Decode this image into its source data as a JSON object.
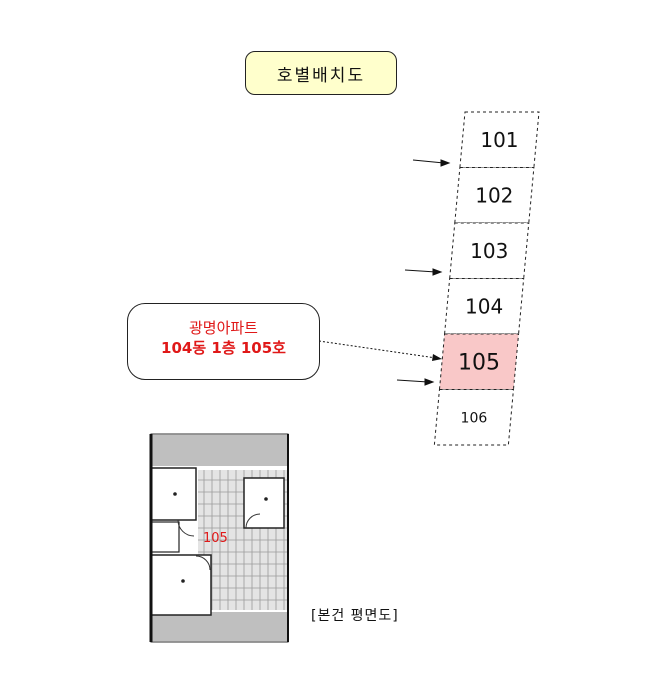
{
  "title": "호별배치도",
  "callout": {
    "line1": "광명아파트",
    "line2": "104동 1층 105호"
  },
  "units": [
    {
      "label": "101",
      "highlight": false
    },
    {
      "label": "102",
      "highlight": false
    },
    {
      "label": "103",
      "highlight": false
    },
    {
      "label": "104",
      "highlight": false
    },
    {
      "label": "105",
      "highlight": true
    },
    {
      "label": "106",
      "highlight": false
    }
  ],
  "floor_plan": {
    "unit_label": "105",
    "caption": "[본건 평면도]"
  },
  "colors": {
    "title_fill": "#ffffcc",
    "highlight_fill": "#f9c8c8",
    "accent_text": "#e01818"
  }
}
